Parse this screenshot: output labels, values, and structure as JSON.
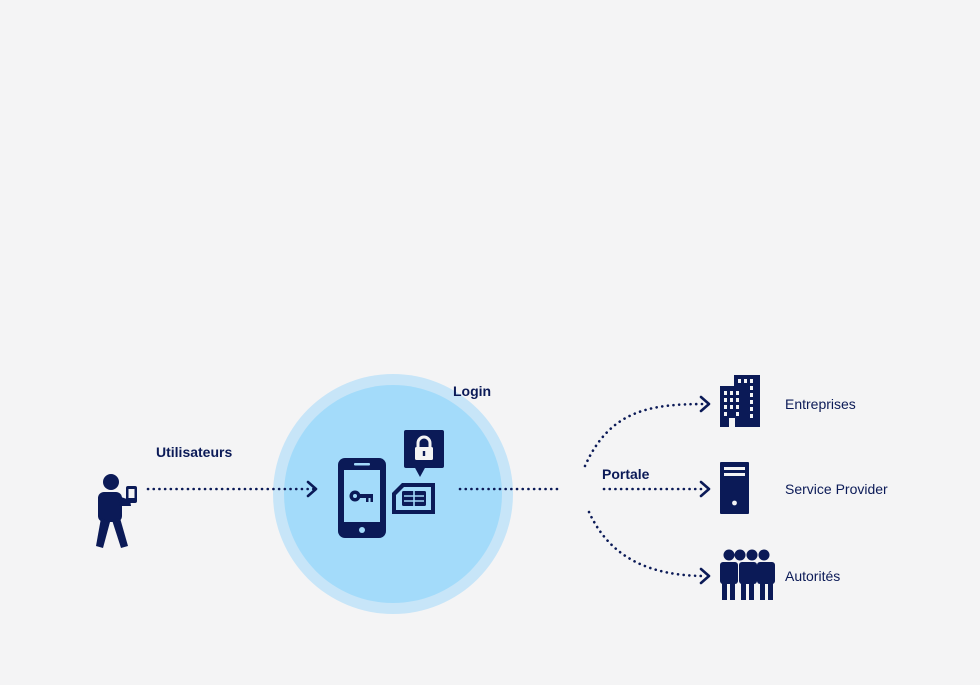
{
  "diagram": {
    "users_label": "Utilisateurs",
    "login_label": "Login",
    "portal_label": "Portale",
    "targets": [
      {
        "label": "Entreprises",
        "icon": "office-building-icon"
      },
      {
        "label": "Service Provider",
        "icon": "server-icon"
      },
      {
        "label": "Autorités",
        "icon": "people-group-icon"
      }
    ],
    "icons": {
      "user": "person-with-phone-icon",
      "phone": "smartphone-key-icon",
      "sim": "sim-card-icon",
      "lock": "padlock-speech-bubble-icon"
    },
    "colors": {
      "navy": "#0b1a57",
      "circle_outer": "#c7e5f8",
      "circle_inner": "#a3dbfa",
      "background": "#f4f4f5"
    }
  }
}
